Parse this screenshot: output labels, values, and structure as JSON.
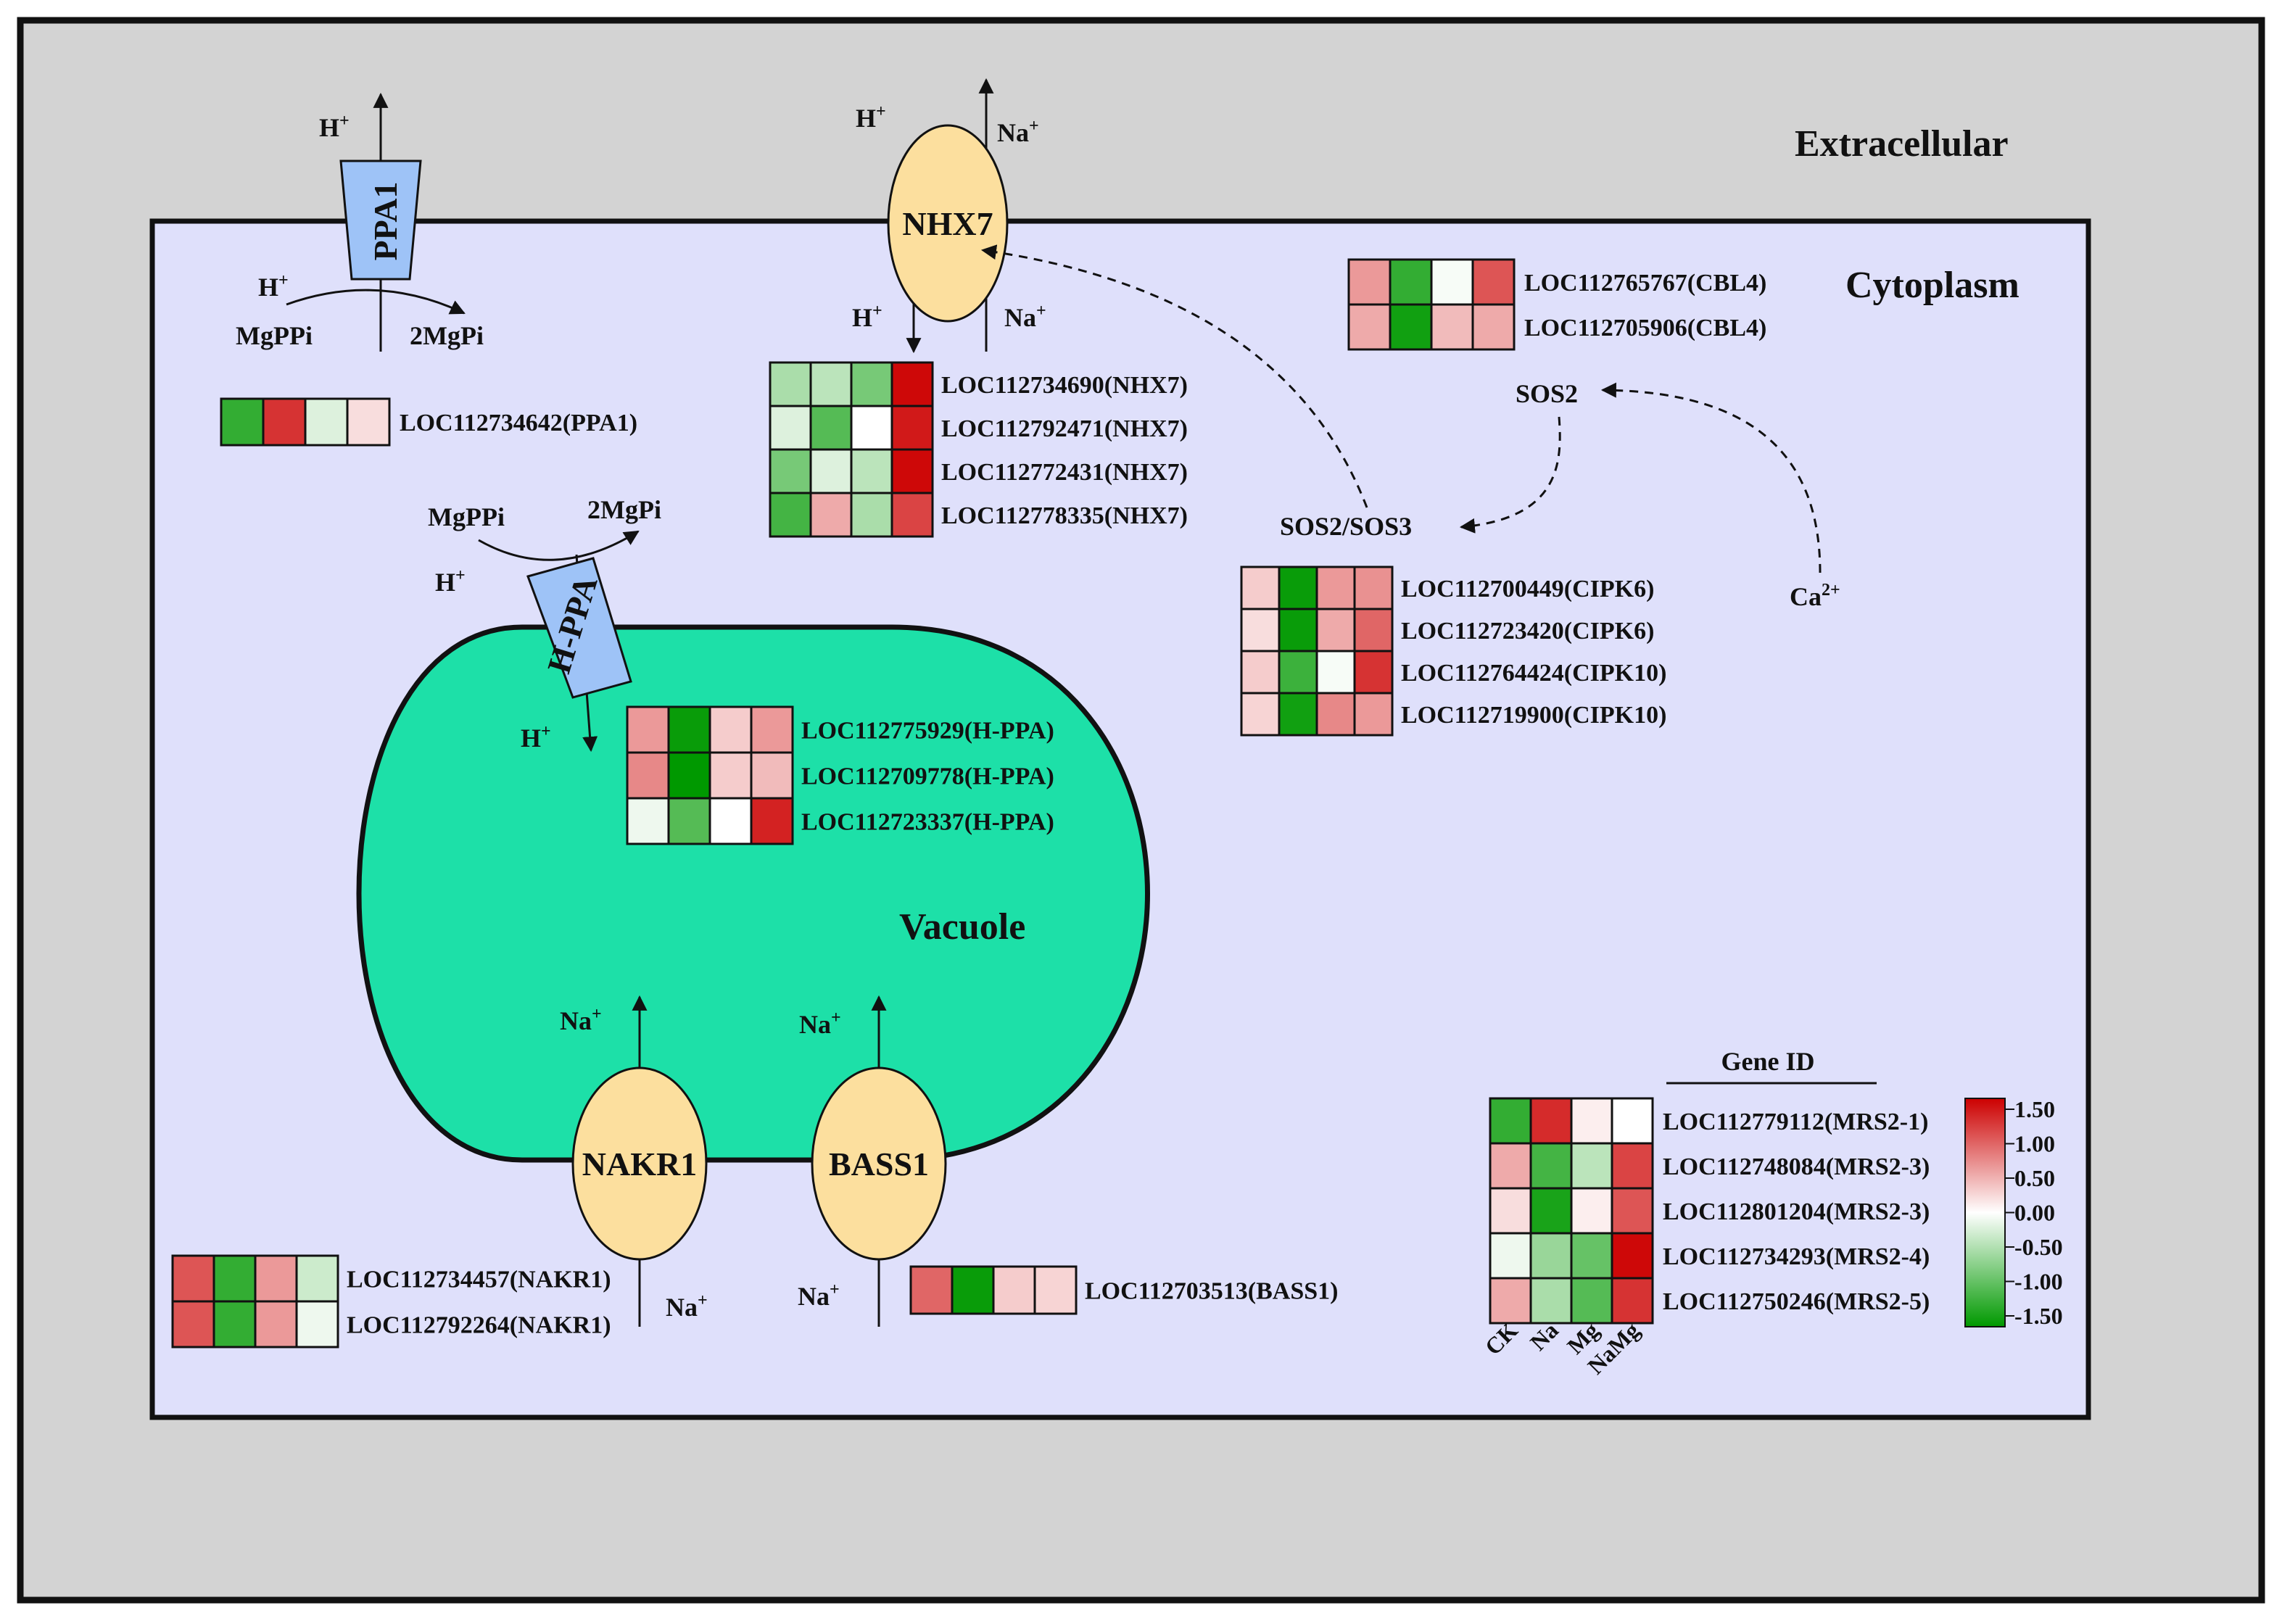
{
  "regions": {
    "extracellular": "Extracellular",
    "cytoplasm": "Cytoplasm",
    "vacuole": "Vacuole"
  },
  "proteins": {
    "ppa1": "PPA1",
    "nhx7": "NHX7",
    "hppa": "H-PPA",
    "nakr1": "NAKR1",
    "bass1": "BASS1"
  },
  "molecules": {
    "h_plus": "H",
    "na_plus": "Na",
    "ca": "Ca",
    "plus": "+",
    "ca_charge": "2+",
    "mgppi": "MgPPi",
    "two_mgpi": "2MgPi",
    "sos2": "SOS2",
    "sos2_sos3": "SOS2/SOS3"
  },
  "heatmap_header": "Gene ID",
  "conditions": [
    "CK",
    "Na",
    "Mg",
    "NaMg"
  ],
  "colors": {
    "outer_bg": "#d3d3d3",
    "cell_bg": "#dfe0fb",
    "vacuole": "#1de0a8",
    "transporter_blue": "#9ec3f7",
    "transporter_yellow": "#fcdf9e",
    "heat_high": "#cc0000",
    "heat_mid": "#ffffff",
    "heat_low": "#009900"
  },
  "colorbar": {
    "min": -1.5,
    "max": 1.5,
    "ticks": [
      "1.50",
      "1.00",
      "0.50",
      "0.00",
      "-0.50",
      "-1.00",
      "-1.50"
    ]
  },
  "chart_data": {
    "type": "heatmap",
    "columns": [
      "CK",
      "Na",
      "Mg",
      "NaMg"
    ],
    "groups": [
      {
        "id": "ppa1",
        "rows": [
          {
            "gene": "LOC112734642(PPA1)",
            "values": [
              -1.2,
              1.2,
              -0.2,
              0.2
            ]
          }
        ]
      },
      {
        "id": "nhx7",
        "rows": [
          {
            "gene": "LOC112734690(NHX7)",
            "values": [
              -0.5,
              -0.4,
              -0.8,
              1.45
            ]
          },
          {
            "gene": "LOC112792471(NHX7)",
            "values": [
              -0.2,
              -1.0,
              0.0,
              1.35
            ]
          },
          {
            "gene": "LOC112772431(NHX7)",
            "values": [
              -0.8,
              -0.2,
              -0.4,
              1.45
            ]
          },
          {
            "gene": "LOC112778335(NHX7)",
            "values": [
              -1.1,
              0.5,
              -0.5,
              1.1
            ]
          }
        ]
      },
      {
        "id": "cbl4",
        "rows": [
          {
            "gene": "LOC112765767(CBL4)",
            "values": [
              0.6,
              -1.2,
              -0.05,
              1.0
            ]
          },
          {
            "gene": "LOC112705906(CBL4)",
            "values": [
              0.5,
              -1.4,
              0.4,
              0.5
            ]
          }
        ]
      },
      {
        "id": "cipk",
        "rows": [
          {
            "gene": "LOC112700449(CIPK6)",
            "values": [
              0.3,
              -1.45,
              0.6,
              0.65
            ]
          },
          {
            "gene": "LOC112723420(CIPK6)",
            "values": [
              0.2,
              -1.45,
              0.5,
              0.9
            ]
          },
          {
            "gene": "LOC112764424(CIPK10)",
            "values": [
              0.3,
              -1.15,
              -0.05,
              1.2
            ]
          },
          {
            "gene": "LOC112719900(CIPK10)",
            "values": [
              0.25,
              -1.4,
              0.7,
              0.6
            ]
          }
        ]
      },
      {
        "id": "hppa",
        "rows": [
          {
            "gene": "LOC112775929(H-PPA)",
            "values": [
              0.6,
              -1.45,
              0.3,
              0.6
            ]
          },
          {
            "gene": "LOC112709778(H-PPA)",
            "values": [
              0.7,
              -1.5,
              0.3,
              0.4
            ]
          },
          {
            "gene": "LOC112723337(H-PPA)",
            "values": [
              -0.1,
              -1.0,
              0.0,
              1.3
            ]
          }
        ]
      },
      {
        "id": "nakr1",
        "rows": [
          {
            "gene": "LOC112734457(NAKR1)",
            "values": [
              1.0,
              -1.2,
              0.6,
              -0.3
            ]
          },
          {
            "gene": "LOC112792264(NAKR1)",
            "values": [
              1.0,
              -1.2,
              0.6,
              -0.1
            ]
          }
        ]
      },
      {
        "id": "bass1",
        "rows": [
          {
            "gene": "LOC112703513(BASS1)",
            "values": [
              0.9,
              -1.45,
              0.3,
              0.25
            ]
          }
        ]
      },
      {
        "id": "mrs2",
        "rows": [
          {
            "gene": "LOC112779112(MRS2-1)",
            "values": [
              -1.2,
              1.25,
              0.1,
              0.0
            ]
          },
          {
            "gene": "LOC112748084(MRS2-3)",
            "values": [
              0.5,
              -1.1,
              -0.4,
              1.1
            ]
          },
          {
            "gene": "LOC112801204(MRS2-3)",
            "values": [
              0.2,
              -1.35,
              0.1,
              1.0
            ]
          },
          {
            "gene": "LOC112734293(MRS2-4)",
            "values": [
              -0.1,
              -0.6,
              -0.9,
              1.45
            ]
          },
          {
            "gene": "LOC112750246(MRS2-5)",
            "values": [
              0.5,
              -0.5,
              -1.0,
              1.2
            ]
          }
        ]
      }
    ]
  }
}
